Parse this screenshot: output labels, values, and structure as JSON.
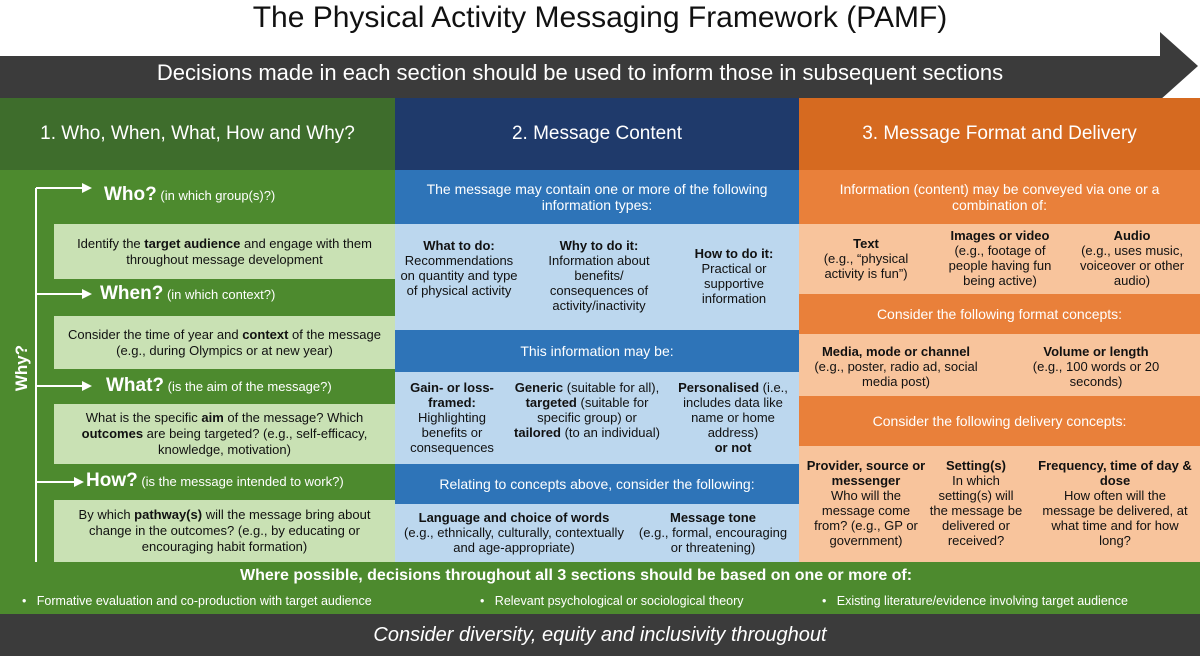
{
  "title": "The Physical Activity Messaging Framework (PAMF)",
  "arrow_text": "Decisions made in each section should be used to inform those in subsequent sections",
  "colors": {
    "dark_green": "#3e6d2c",
    "mid_green": "#4d8a2e",
    "light_green": "#c9e1b4",
    "navy": "#1f3a6b",
    "blue": "#2e74b8",
    "light_blue": "#bcd7ee",
    "dark_orange": "#d66a20",
    "orange": "#e9803a",
    "light_orange": "#f8c49c",
    "charcoal": "#3b3b3b"
  },
  "section1": {
    "header": "1. Who, When, What, How and Why?",
    "why_label": "Why?",
    "questions": [
      {
        "q": "Who?",
        "sub": "(in which group(s)?)",
        "desc_pre": "Identify the ",
        "desc_bold": "target audience",
        "desc_post": " and engage with them throughout message development"
      },
      {
        "q": "When?",
        "sub": "(in which context?)",
        "desc_pre": "Consider the time of year and ",
        "desc_bold": "context",
        "desc_post": " of the message (e.g., during Olympics or at new year)"
      },
      {
        "q": "What?",
        "sub": "(is the aim of the message?)",
        "desc_pre": "What is the specific ",
        "desc_bold": "aim",
        "desc_post": " of the message? Which",
        "desc_bold2": "outcomes",
        "desc_post2": " are being targeted? (e.g., self-efficacy, knowledge, motivation)"
      },
      {
        "q": "How?",
        "sub": "(is the message intended to work?)",
        "desc_pre": "By which ",
        "desc_bold": "pathway(s)",
        "desc_post": " will the message bring about change in the outcomes? (e.g., by educating or encouraging habit formation)"
      }
    ]
  },
  "section2": {
    "header": "2. Message Content",
    "band1": "The message may contain one or more of the following information types:",
    "types": [
      {
        "title": "What to do:",
        "text": "Recommendations on quantity and type of physical activity"
      },
      {
        "title": "Why to do it:",
        "text": "Information about benefits/ consequences of activity/inactivity"
      },
      {
        "title": "How to do it:",
        "text": "Practical or supportive information"
      }
    ],
    "band2": "This information may be:",
    "frames": {
      "gain_title": "Gain- or loss-framed:",
      "gain_text": "Highlighting benefits or consequences",
      "generic_bold": "Generic",
      "generic_text": " (suitable for all), ",
      "targeted_bold": "targeted",
      "targeted_text": " (suitable for specific group) or ",
      "tailored_bold": "tailored",
      "tailored_text": " (to an individual)",
      "personalised_bold": "Personalised",
      "personalised_text": " (i.e., includes data like name or home address)",
      "or_not": "or not"
    },
    "band3": "Relating to concepts above, consider the following:",
    "language_title": "Language and choice of words",
    "language_text": "(e.g., ethnically, culturally, contextually and age-appropriate)",
    "tone_title": "Message tone",
    "tone_text": "(e.g., formal, encouraging or threatening)"
  },
  "section3": {
    "header": "3. Message Format and Delivery",
    "band1": "Information (content) may be conveyed via one or a combination of:",
    "formats": [
      {
        "title": "Text",
        "text": "(e.g., “physical activity is fun”)"
      },
      {
        "title": "Images or video",
        "text": "(e.g., footage of people having fun being active)"
      },
      {
        "title": "Audio",
        "text": "(e.g., uses music, voiceover or other audio)"
      }
    ],
    "band2": "Consider the following format concepts:",
    "concepts": [
      {
        "title": "Media, mode or channel",
        "text": "(e.g., poster, radio ad, social media post)"
      },
      {
        "title": "Volume or length",
        "text": "(e.g., 100 words or 20 seconds)"
      }
    ],
    "band3": "Consider the following delivery concepts:",
    "delivery": [
      {
        "title": "Provider, source or messenger",
        "text": "Who will the message come from? (e.g., GP or government)"
      },
      {
        "title": "Setting(s)",
        "text": "In which setting(s) will the message be delivered or received?"
      },
      {
        "title": "Frequency, time of day & dose",
        "text": "How often will the message be delivered, at what time and for how long?"
      }
    ]
  },
  "footer": {
    "main": "Where possible, decisions throughout all 3 sections should be based on one or more of:",
    "bullets": [
      "Formative evaluation and co-production with target audience",
      "Relevant psychological or sociological theory",
      "Existing literature/evidence involving target audience"
    ],
    "bottom": "Consider diversity, equity and inclusivity throughout"
  }
}
